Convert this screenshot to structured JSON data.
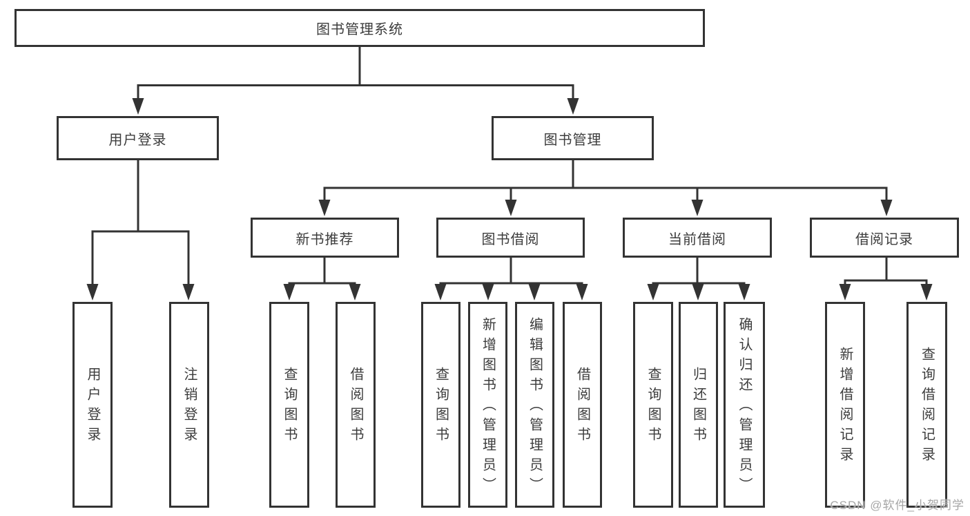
{
  "tree": {
    "root": {
      "label": "图书管理系统"
    },
    "user_login": {
      "label": "用户登录",
      "children": [
        {
          "label": "用户登录"
        },
        {
          "label": "注销登录"
        }
      ]
    },
    "book_management": {
      "label": "图书管理",
      "sections": [
        {
          "label": "新书推荐",
          "children": [
            {
              "label": "查询图书"
            },
            {
              "label": "借阅图书"
            }
          ]
        },
        {
          "label": "图书借阅",
          "children": [
            {
              "label": "查询图书"
            },
            {
              "label": "新增图书（管理员）"
            },
            {
              "label": "编辑图书（管理员）"
            },
            {
              "label": "借阅图书"
            }
          ]
        },
        {
          "label": "当前借阅",
          "children": [
            {
              "label": "查询图书"
            },
            {
              "label": "归还图书"
            },
            {
              "label": "确认归还（管理员）"
            }
          ]
        },
        {
          "label": "借阅记录",
          "children": [
            {
              "label": "新增借阅记录"
            },
            {
              "label": "查询借阅记录"
            }
          ]
        }
      ]
    }
  },
  "watermark": "CSDN @软件_小贺同学",
  "colors": {
    "line": "#333333",
    "text": "#3c3c3c",
    "box_background": "#ffffff",
    "page_background": "#ffffff",
    "watermark": "#a6a6a6"
  }
}
